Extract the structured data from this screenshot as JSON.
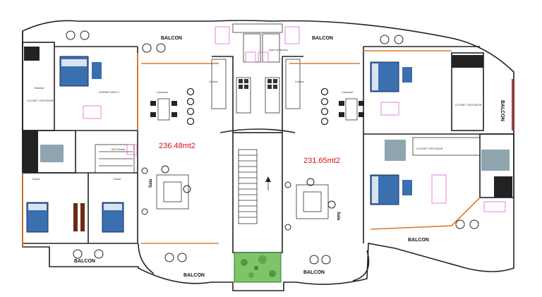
{
  "plan": {
    "balcony_label": "BALCON",
    "area_left": "236.48mt2",
    "area_right": "231.65mt2",
    "sala_label": "Sala",
    "small_labels": {
      "dormitorio": "DORMITORIO 1",
      "vestidor": "Vestidor",
      "closet_vestidor": "CLOSET VESTIDOR",
      "comedor": "Comedor",
      "cocina": "Cocina",
      "area_lavado": "Area de lavado",
      "closet": "Closet",
      "wc_closet": "WC/Closet"
    }
  },
  "colors": {
    "wall": "#222222",
    "orange_window": "#e07a2a",
    "area_text": "#d0141a",
    "bed_blue": "#3a6fb0",
    "planter_green": "#7fc46a",
    "magenta_fixture": "#e14ad0"
  }
}
